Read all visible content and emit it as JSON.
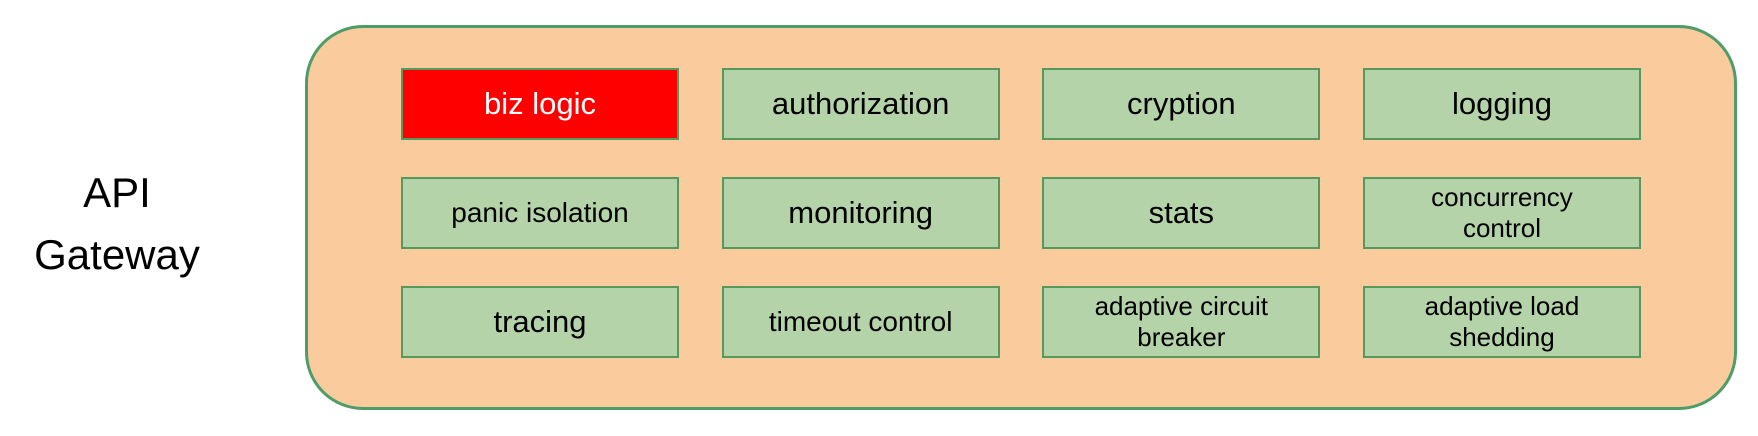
{
  "gateway": {
    "label": "API Gateway"
  },
  "components": [
    {
      "label": "biz logic",
      "highlighted": true
    },
    {
      "label": "authorization",
      "highlighted": false
    },
    {
      "label": "cryption",
      "highlighted": false
    },
    {
      "label": "logging",
      "highlighted": false
    },
    {
      "label": "panic isolation",
      "highlighted": false
    },
    {
      "label": "monitoring",
      "highlighted": false
    },
    {
      "label": "stats",
      "highlighted": false
    },
    {
      "label": "concurrency control",
      "highlighted": false
    },
    {
      "label": "tracing",
      "highlighted": false
    },
    {
      "label": "timeout control",
      "highlighted": false
    },
    {
      "label": "adaptive circuit breaker",
      "highlighted": false
    },
    {
      "label": "adaptive load shedding",
      "highlighted": false
    }
  ],
  "colors": {
    "container_fill": "#FACB9D",
    "container_border": "#4E9D69",
    "box_fill": "#B5D3A8",
    "box_border": "#55995F",
    "highlight_fill": "#FF0000",
    "highlight_text": "#FFFFFF",
    "text": "#000000"
  }
}
